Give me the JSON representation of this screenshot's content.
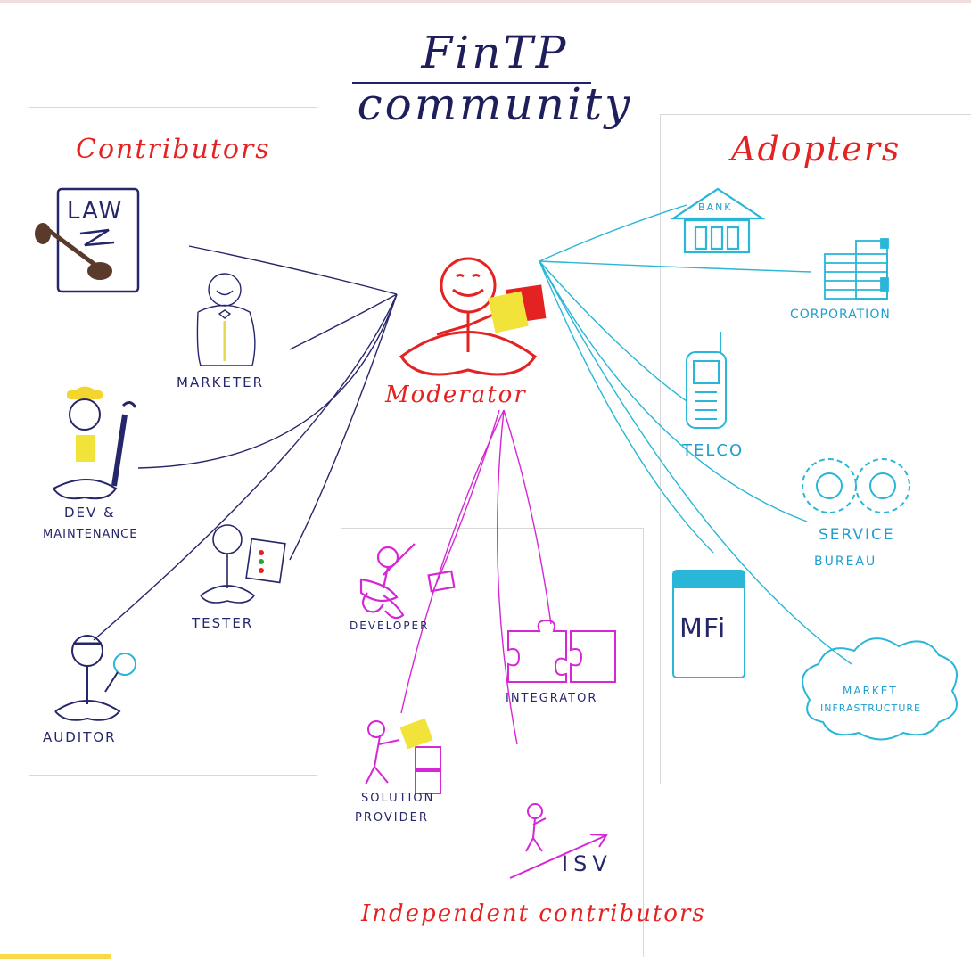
{
  "title": "FinTP community",
  "contributors": {
    "heading": "Contributors",
    "law_label": "LAW",
    "marketer": "MARKETER",
    "dev_line1": "DEV &",
    "dev_line2": "MAINTENANCE",
    "tester": "TESTER",
    "auditor": "AUDITOR"
  },
  "moderator": {
    "label": "Moderator"
  },
  "adopters": {
    "heading": "Adopters",
    "bank": "BANK",
    "corporation": "CORPORATION",
    "telco": "TELCO",
    "service_line1": "SERVICE",
    "service_line2": "BUREAU",
    "mfi": "MFi",
    "market_line1": "MARKET",
    "market_line2": "INFRASTRUCTURE"
  },
  "independent": {
    "heading": "Independent contributors",
    "developer": "DEVELOPER",
    "integrator": "INTEGRATOR",
    "solution_line1": "SOLUTION",
    "solution_line2": "PROVIDER",
    "isv": "ISV"
  },
  "colors": {
    "navy": "#26266a",
    "red": "#e52222",
    "cyan": "#29b6d8",
    "magenta": "#d627d6",
    "yellow": "#f2e33a"
  }
}
